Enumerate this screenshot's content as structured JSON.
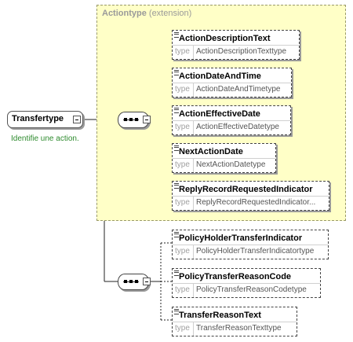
{
  "diagram": {
    "root": {
      "name": "Transfertype",
      "annotation": "Identifie une action."
    },
    "extension": {
      "type_name": "Actiontype",
      "suffix": "(extension)"
    },
    "type_keyword": "type",
    "extension_elements": [
      {
        "name": "ActionDescriptionText",
        "type": "ActionDescriptionTexttype"
      },
      {
        "name": "ActionDateAndTime",
        "type": "ActionDateAndTimetype"
      },
      {
        "name": "ActionEffectiveDate",
        "type": "ActionEffectiveDatetype"
      },
      {
        "name": "NextActionDate",
        "type": "NextActionDatetype"
      },
      {
        "name": "ReplyRecordRequestedIndicator",
        "type": "ReplyRecordRequestedIndicator..."
      }
    ],
    "own_elements": [
      {
        "name": "PolicyHolderTransferIndicator",
        "type": "PolicyHolderTransferIndicatortype"
      },
      {
        "name": "PolicyTransferReasonCode",
        "type": "PolicyTransferReasonCodetype"
      },
      {
        "name": "TransferReasonText",
        "type": "TransferReasonTexttype"
      }
    ]
  }
}
